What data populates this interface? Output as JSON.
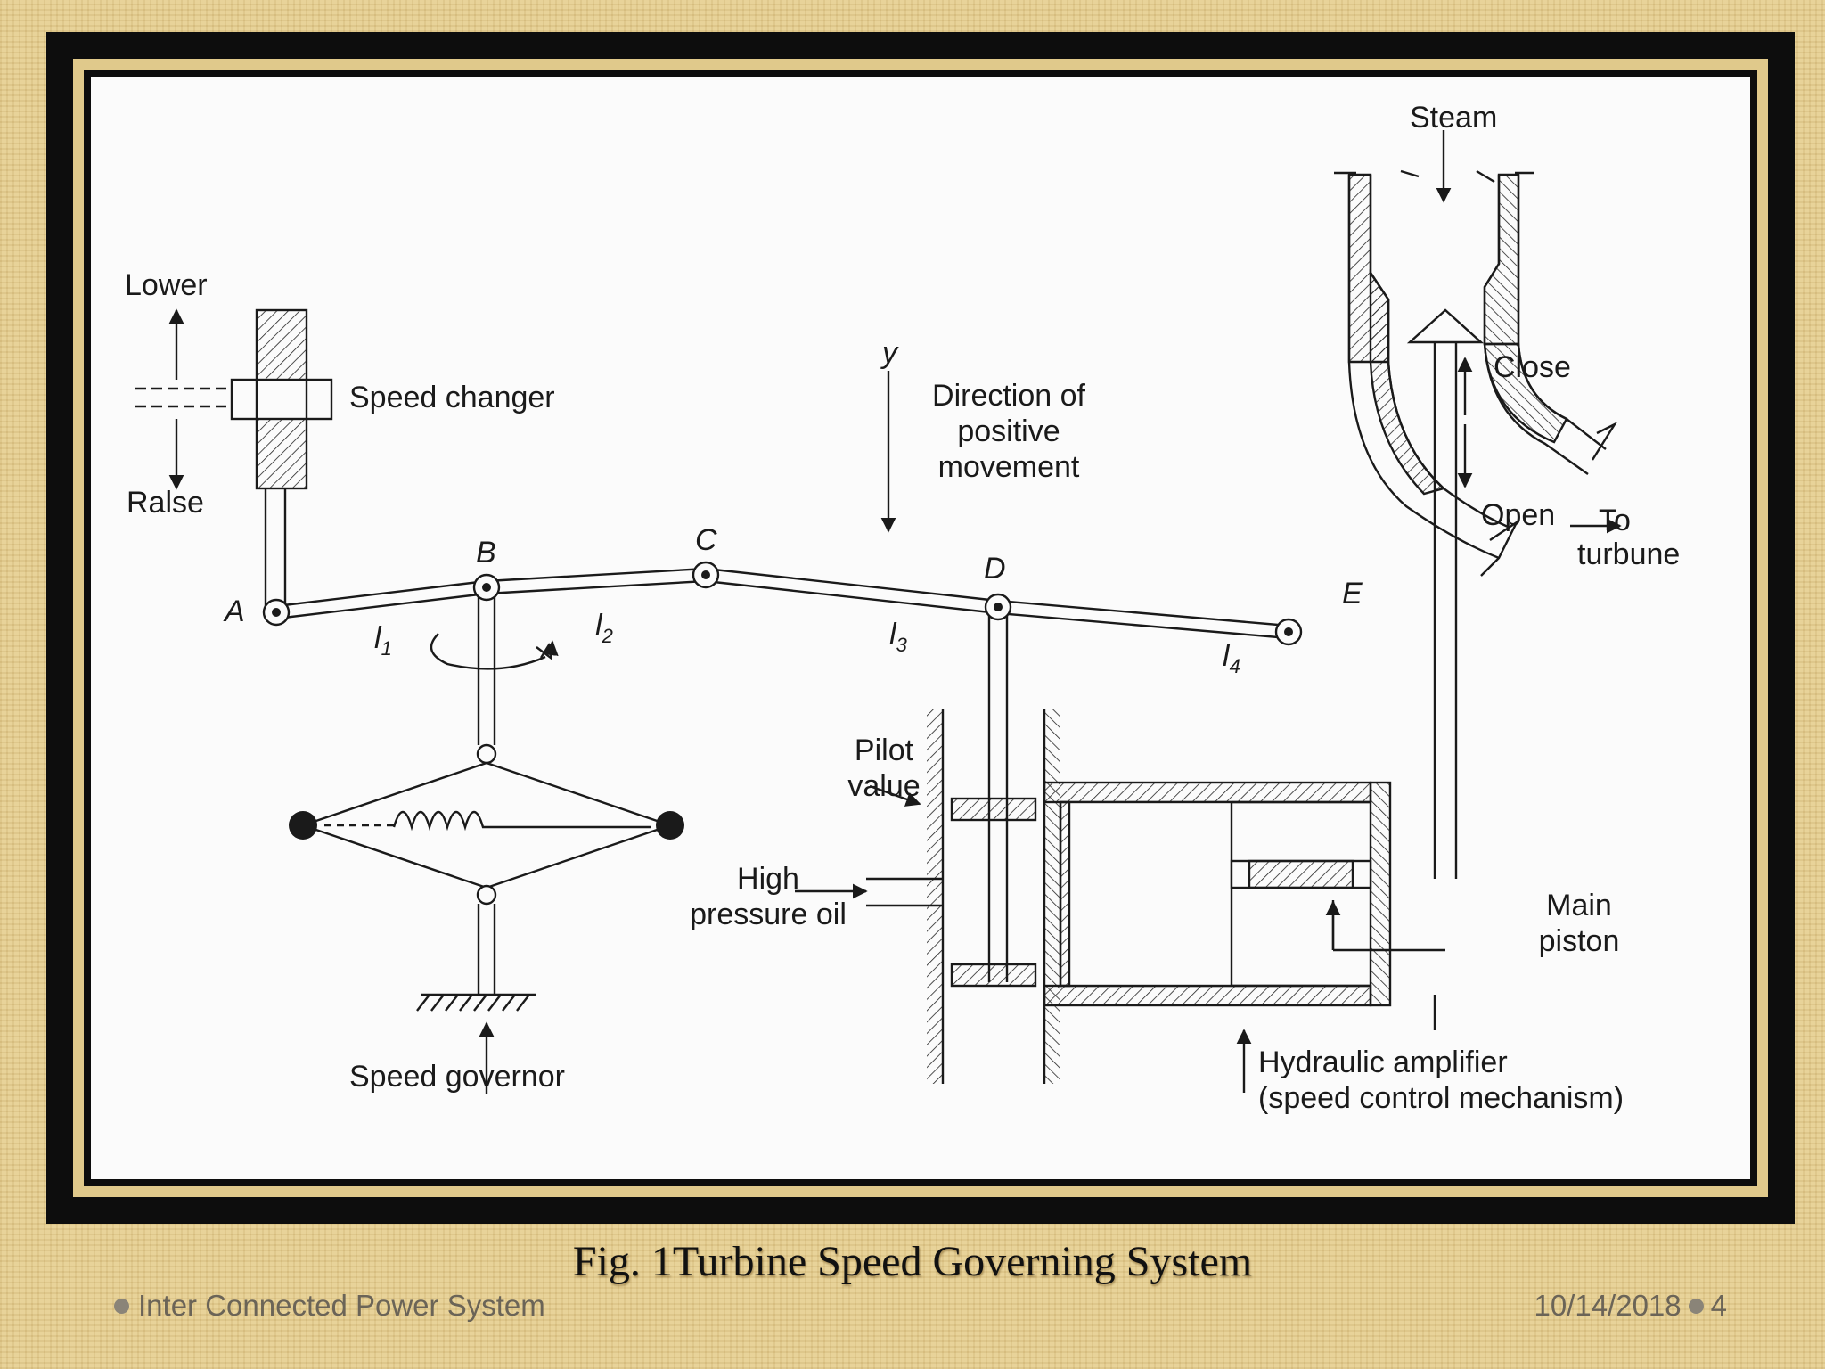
{
  "diagram": {
    "labels": {
      "steam": "Steam",
      "lower": "Lower",
      "raise": "Ralse",
      "speed_changer": "Speed changer",
      "y": "y",
      "direction_line1": "Direction of",
      "direction_line2": "positive",
      "direction_line3": "movement",
      "close": "Close",
      "open": "Open",
      "to": "To",
      "turbine": "turbune",
      "point_a": "A",
      "point_b": "B",
      "point_c": "C",
      "point_d": "D",
      "point_e": "E",
      "l1": "l",
      "l1_sub": "1",
      "l2": "l",
      "l2_sub": "2",
      "l3": "l",
      "l3_sub": "3",
      "l4": "l",
      "l4_sub": "4",
      "pilot_line1": "Pilot",
      "pilot_line2": "value",
      "high_line1": "High",
      "high_line2": "pressure oil",
      "main_line1": "Main",
      "main_line2": "piston",
      "speed_governor": "Speed governor",
      "hydraulic_line1": "Hydraulic amplifier",
      "hydraulic_line2": "(speed control mechanism)"
    }
  },
  "caption": "Fig. 1Turbine Speed  Governing System",
  "footer": {
    "left_text": "Inter Connected Power System",
    "date": "10/14/2018",
    "page_number": "4"
  },
  "colors": {
    "background": "#e5cf93",
    "frame": "#0d0d0d",
    "frame_gold": "#e0c98b",
    "canvas": "#fbfbfb",
    "ink": "#1a1a1a",
    "footer_text": "#6b6457"
  }
}
